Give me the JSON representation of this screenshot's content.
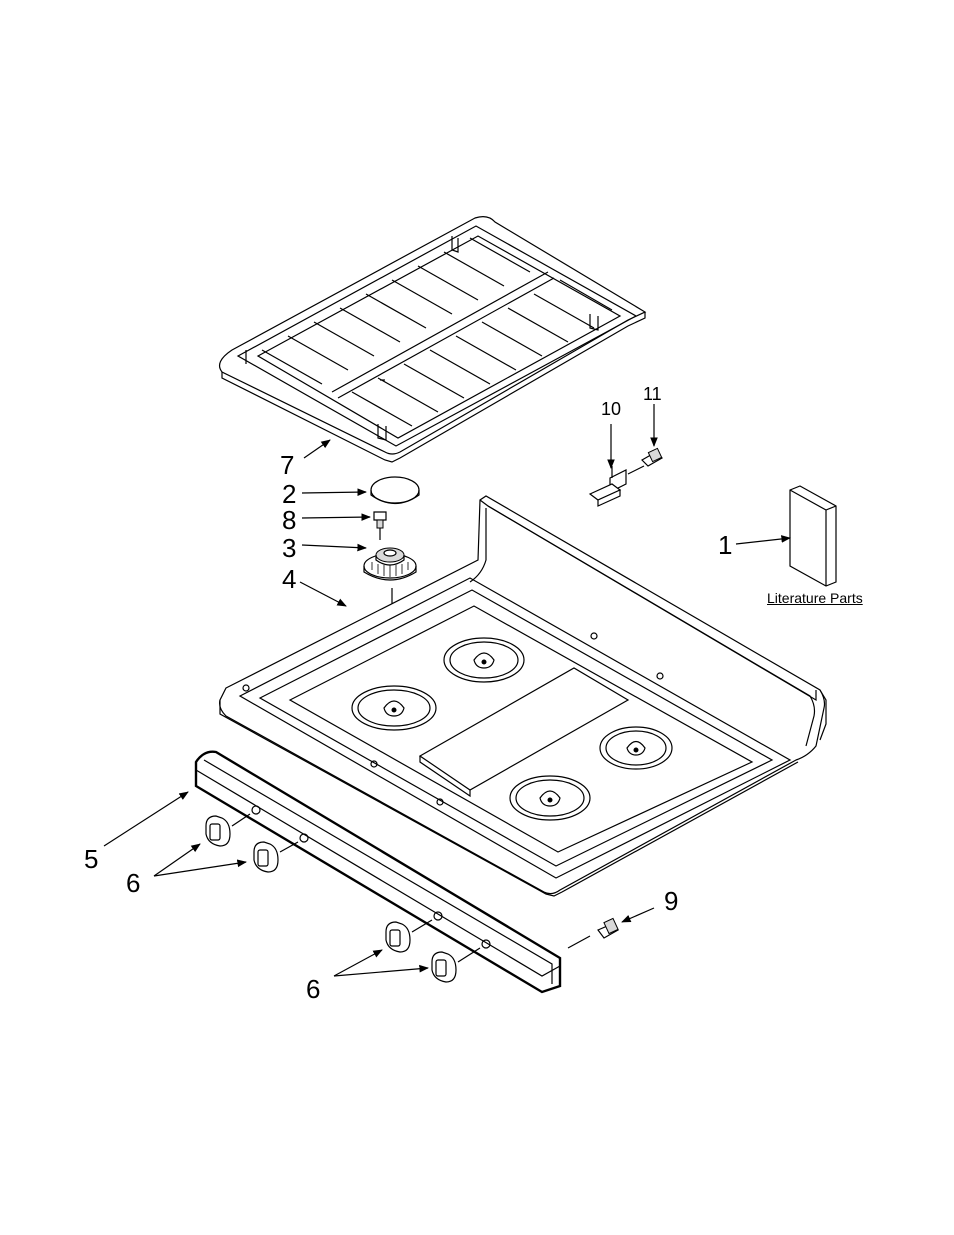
{
  "callouts": {
    "c1": "1",
    "c2": "2",
    "c3": "3",
    "c4": "4",
    "c5": "5",
    "c6a": "6",
    "c6b": "6",
    "c7": "7",
    "c8": "8",
    "c9": "9",
    "c10": "10",
    "c11": "11"
  },
  "literature_label": "Literature Parts"
}
